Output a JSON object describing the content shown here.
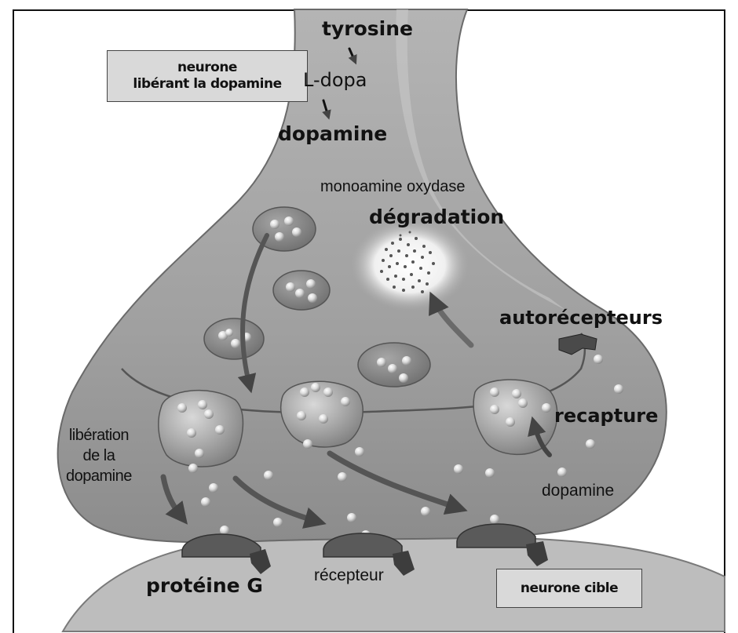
{
  "labels": {
    "source_neuron": [
      "neurone",
      "libérant la dopamine"
    ],
    "target_neuron": "neurone cible",
    "tyrosine": "tyrosine",
    "l_dopa": "L-dopa",
    "dopamine_top": "dopamine",
    "mao": "monoamine oxydase",
    "degradation": "dégradation",
    "autoreceptors": "autorécepteurs",
    "reuptake": "recapture",
    "release": [
      "libération",
      "de la",
      "dopamine"
    ],
    "dopamine_cleft": "dopamine",
    "g_protein": "protéine G",
    "receptor": "récepteur"
  },
  "colors": {
    "membrane_fill": "#a8a8a8",
    "membrane_edge": "#6a6a6a",
    "target_fill": "#bcbcbc",
    "vesicle": "#8f8f8f",
    "arrow": "#555555",
    "label_box": "#d9d9d9"
  }
}
